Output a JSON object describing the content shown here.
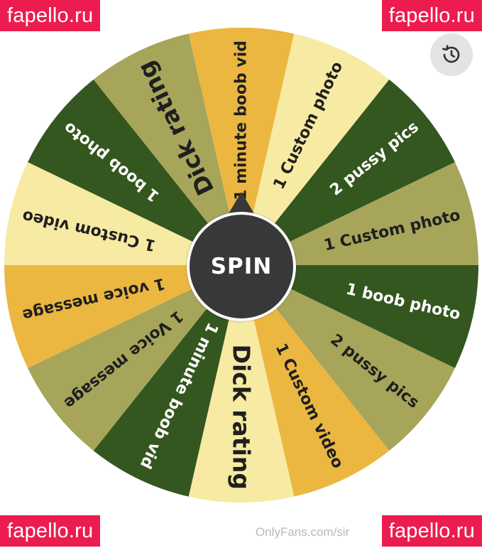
{
  "watermarks": {
    "top_left": "fapello.ru",
    "top_right": "fapello.ru",
    "bottom_left": "fapello.ru",
    "bottom_right": "fapello.ru"
  },
  "onlyfans_watermark": "OnlyFans.com/sir",
  "spin_button": {
    "label": "SPIN"
  },
  "history_icon": "history-icon",
  "colors": {
    "dark_green": "#34561f",
    "olive": "#a6a55a",
    "mustard": "#ebb741",
    "cream": "#f7eaa2",
    "hub": "#383838",
    "watermark_bg": "#ec1c4f"
  },
  "wheel": {
    "segments": [
      {
        "label": "1 minute boob vid",
        "color": "mustard"
      },
      {
        "label": "1 Custom photo",
        "color": "cream"
      },
      {
        "label": "2 pussy pics",
        "color": "dark_green"
      },
      {
        "label": "1 Custom photo",
        "color": "olive"
      },
      {
        "label": "1 boob photo",
        "color": "dark_green"
      },
      {
        "label": "2 pussy pics",
        "color": "olive"
      },
      {
        "label": "1 Custom video",
        "color": "mustard"
      },
      {
        "label": "Dick rating",
        "color": "cream"
      },
      {
        "label": "1 minute boob vid",
        "color": "dark_green"
      },
      {
        "label": "1 Voice message",
        "color": "olive"
      },
      {
        "label": "1 voice message",
        "color": "mustard"
      },
      {
        "label": "1 Custom video",
        "color": "cream"
      },
      {
        "label": "1 boob photo",
        "color": "dark_green"
      },
      {
        "label": "Dick rating",
        "color": "olive"
      }
    ]
  }
}
